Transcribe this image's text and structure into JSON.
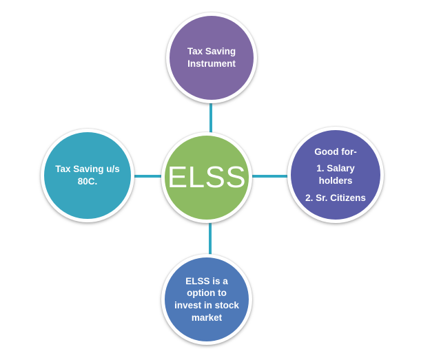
{
  "diagram": {
    "background_color": "#ffffff",
    "connector_color": "#2fa8c2",
    "center_node": {
      "label": "ELSS",
      "color": "#8dbb62"
    },
    "top_node": {
      "lines": [
        "Tax Saving",
        "Instrument"
      ],
      "color": "#7e68a3"
    },
    "left_node": {
      "lines": [
        "Tax Saving u/s",
        "80C."
      ],
      "color": "#38a5be"
    },
    "right_node": {
      "paragraphs": [
        "Good for-",
        "1. Salary holders",
        "2. Sr. Citizens"
      ],
      "color": "#5b5ea9"
    },
    "bottom_node": {
      "lines": [
        "ELSS is a",
        "option to",
        "invest in stock",
        "market"
      ],
      "color": "#4e79b8"
    }
  }
}
